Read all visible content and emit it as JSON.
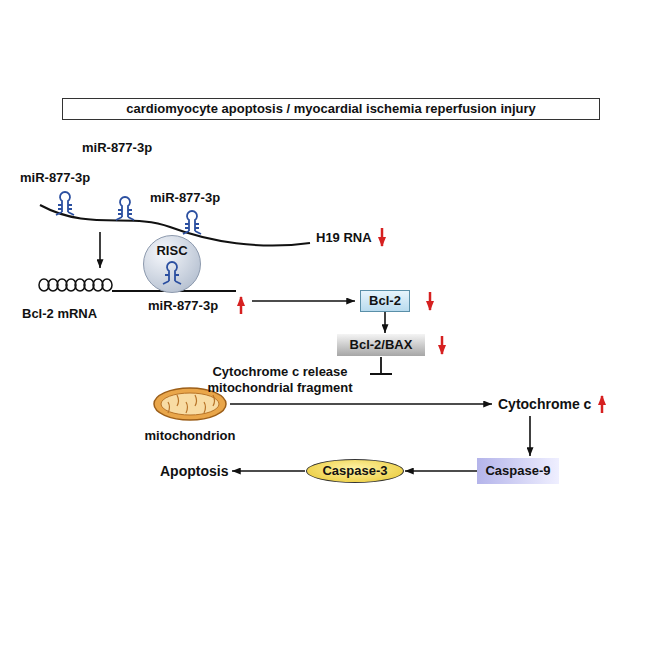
{
  "diagram": {
    "title": "cardiomyocyte apoptosis / myocardial ischemia reperfusion injury",
    "nodes": [
      {
        "text": [
          "RISC"
        ]
      },
      {
        "text": [
          "Bcl-2"
        ]
      },
      {
        "text": [
          "Bcl-2/BAX"
        ]
      },
      {
        "text": [
          "mitochondrion"
        ]
      },
      {
        "text": [
          "Caspase-3"
        ]
      },
      {
        "text": [
          "Caspase-9"
        ]
      }
    ],
    "edges": [
      {
        "from": 1,
        "to": 2,
        "arrow": "to"
      },
      {
        "from": 5,
        "to": 4,
        "arrow": "to"
      }
    ],
    "labels": [
      "miR-877-3p",
      "miR-877-3p",
      "miR-877-3p",
      "H19 RNA",
      "miR-877-3p",
      "Bcl-2 mRNA",
      "Cytochrome c release mitochondrial fragment",
      "Cytochrome c",
      "Apoptosis"
    ]
  }
}
